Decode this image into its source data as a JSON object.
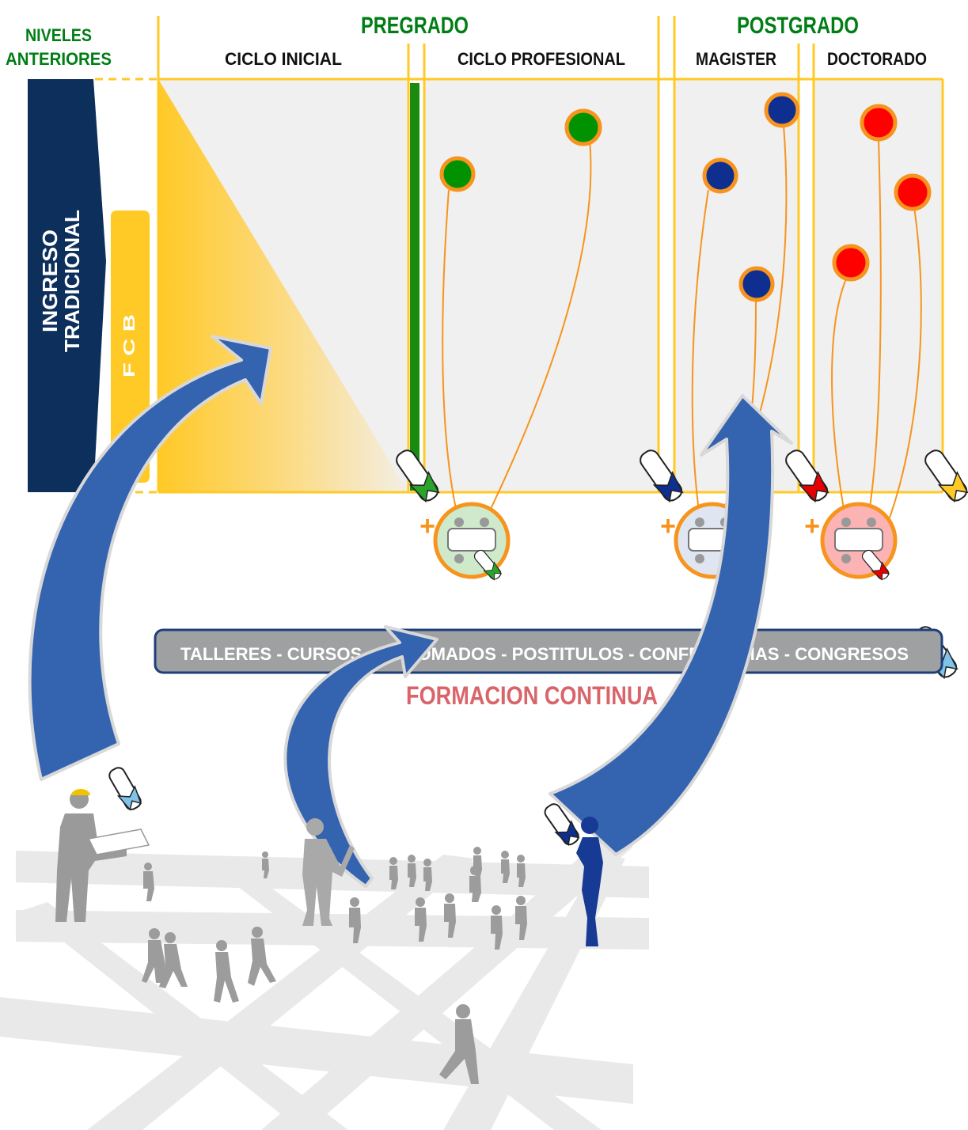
{
  "levels": {
    "previous": [
      "NIVELES",
      "ANTERIORES"
    ],
    "pregrado": "PREGRADO",
    "postgrado": "POSTGRADO"
  },
  "cycles": {
    "inicial": "CICLO INICIAL",
    "profesional": "CICLO PROFESIONAL",
    "magister": "MAGISTER",
    "doctorado": "DOCTORADO"
  },
  "ingreso": [
    "INGRESO",
    "TRADICIONAL"
  ],
  "fcb": "F C B",
  "continuous_bar": {
    "items": [
      "TALLERES",
      "CURSOS",
      "DIPLOMADOS",
      "POSTITULOS",
      "CONFERENCIAS",
      "CONGRESOS"
    ],
    "text": "TALLERES  -  CURSOS  -  DIPLOMADOS  -  POSTITULOS  -  CONFERENCIAS  -  CONGRESOS"
  },
  "continuous_label": "FORMACION CONTINUA",
  "plus_sign": "+",
  "colors": {
    "pregrado_green": "#1a8a10",
    "level_green": "#007d15",
    "header_yellow": "#ffc926",
    "ingreso_navy": "#0d2f5c",
    "magister_blue": "#0e2f8f",
    "doctorado_red": "#ff0000",
    "accent_orange": "#f7941d",
    "arrow_blue": "#3463b0",
    "bar_gray": "#9fa0a2",
    "label_salmon": "#d9646a"
  }
}
